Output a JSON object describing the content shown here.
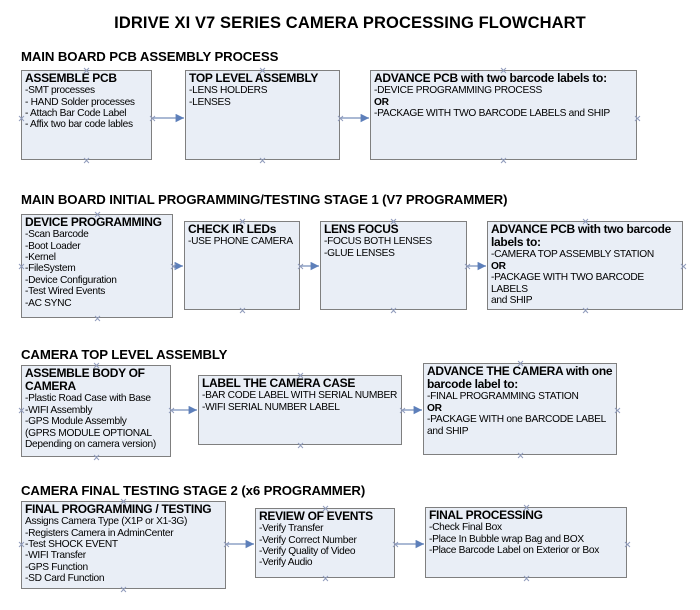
{
  "document": {
    "title": "IDRIVE XI V7 SERIES CAMERA PROCESSING FLOWCHART"
  },
  "theme": {
    "node_fill": "#e9eef6",
    "node_border": "#7f7f7f",
    "connector": "#5d7fba",
    "text": "#000000",
    "page_background": "#ffffff"
  },
  "sections": [
    {
      "id": "main-board-pcb-assembly-process",
      "header": "MAIN BOARD PCB ASSEMBLY PROCESS",
      "nodes": [
        {
          "id": "assemble-pcb",
          "head": "ASSEMBLE PCB",
          "lines": [
            {
              "text": "-SMT processes",
              "bold": false
            },
            {
              "text": "- HAND Solder processes",
              "bold": false
            },
            {
              "text": "- Attach Bar Code Label",
              "bold": false
            },
            {
              "text": "- Affix two bar code lables",
              "bold": false
            }
          ]
        },
        {
          "id": "top-level-assembly",
          "head": "TOP LEVEL ASSEMBLY",
          "lines": [
            {
              "text": "-LENS HOLDERS",
              "bold": false
            },
            {
              "text": "-LENSES",
              "bold": false
            }
          ]
        },
        {
          "id": "advance-pcb-two-barcode-labels",
          "head": "ADVANCE PCB with two barcode labels to:",
          "lines": [
            {
              "text": "-DEVICE PROGRAMMING PROCESS",
              "bold": false
            },
            {
              "text": "OR",
              "bold": true
            },
            {
              "text": "-PACKAGE WITH TWO BARCODE LABELS and SHIP",
              "bold": false
            }
          ]
        }
      ]
    },
    {
      "id": "main-board-initial-programming",
      "header": "MAIN BOARD INITIAL PROGRAMMING/TESTING STAGE 1 (V7 PROGRAMMER)",
      "nodes": [
        {
          "id": "device-programming",
          "head": "DEVICE PROGRAMMING",
          "lines": [
            {
              "text": "-Scan Barcode",
              "bold": false
            },
            {
              "text": "-Boot Loader",
              "bold": false
            },
            {
              "text": "-Kernel",
              "bold": false
            },
            {
              "text": "-FileSystem",
              "bold": false
            },
            {
              "text": "-Device Configuration",
              "bold": false
            },
            {
              "text": "-Test Wired Events",
              "bold": false
            },
            {
              "text": "-AC SYNC",
              "bold": false
            }
          ]
        },
        {
          "id": "check-ir-leds",
          "head": "CHECK IR LEDs",
          "lines": [
            {
              "text": "-USE PHONE CAMERA",
              "bold": false
            }
          ]
        },
        {
          "id": "lens-focus",
          "head": "LENS FOCUS",
          "lines": [
            {
              "text": "-FOCUS BOTH LENSES",
              "bold": false
            },
            {
              "text": "-GLUE LENSES",
              "bold": false
            }
          ]
        },
        {
          "id": "advance-pcb-camera-top-assembly",
          "head": "ADVANCE PCB with two barcode labels to:",
          "lines": [
            {
              "text": "-CAMERA TOP ASSEMBLY STATION",
              "bold": false
            },
            {
              "text": "OR",
              "bold": true
            },
            {
              "text": "-PACKAGE WITH TWO BARCODE LABELS",
              "bold": false
            },
            {
              "text": "and SHIP",
              "bold": false
            }
          ]
        }
      ]
    },
    {
      "id": "camera-top-level-assembly",
      "header": "CAMERA TOP LEVEL ASSEMBLY",
      "nodes": [
        {
          "id": "assemble-body-of-camera",
          "head": "ASSEMBLE BODY OF CAMERA",
          "lines": [
            {
              "text": "-Plastic Road Case with Base",
              "bold": false
            },
            {
              "text": "-WIFI Assembly",
              "bold": false
            },
            {
              "text": "-GPS Module Assembly",
              "bold": false
            },
            {
              "text": "(GPRS MODULE OPTIONAL",
              "bold": false
            },
            {
              "text": "Depending on camera version)",
              "bold": false
            }
          ]
        },
        {
          "id": "label-the-camera-case",
          "head": "LABEL THE CAMERA CASE",
          "lines": [
            {
              "text": "-BAR CODE LABEL WITH SERIAL NUMBER",
              "bold": false
            },
            {
              "text": "-WIFI SERIAL NUMBER LABEL",
              "bold": false
            }
          ]
        },
        {
          "id": "advance-the-camera",
          "head": "ADVANCE THE CAMERA with one barcode label to:",
          "lines": [
            {
              "text": "-FINAL PROGRAMMING STATION",
              "bold": false
            },
            {
              "text": "OR",
              "bold": true
            },
            {
              "text": "-PACKAGE WITH one BARCODE LABEL",
              "bold": false
            },
            {
              "text": "and SHIP",
              "bold": false
            }
          ]
        }
      ]
    },
    {
      "id": "camera-final-testing-stage-2",
      "header": "CAMERA FINAL TESTING STAGE 2 (x6 PROGRAMMER)",
      "nodes": [
        {
          "id": "final-programming-testing",
          "head": "FINAL PROGRAMMING / TESTING",
          "lines": [
            {
              "text": "Assigns Camera Type (X1P or X1-3G)",
              "bold": false
            },
            {
              "text": "-Registers Camera in AdminCenter",
              "bold": false
            },
            {
              "text": "-Test SHOCK EVENT",
              "bold": false
            },
            {
              "text": "-WIFI Transfer",
              "bold": false
            },
            {
              "text": "-GPS Function",
              "bold": false
            },
            {
              "text": "-SD Card Function",
              "bold": false
            }
          ]
        },
        {
          "id": "review-of-events",
          "head": "REVIEW OF EVENTS",
          "lines": [
            {
              "text": "-Verify Transfer",
              "bold": false
            },
            {
              "text": "-Verify Correct Number",
              "bold": false
            },
            {
              "text": "-Verify Quality of Video",
              "bold": false
            },
            {
              "text": "-Verify Audio",
              "bold": false
            }
          ]
        },
        {
          "id": "final-processing",
          "head": "FINAL PROCESSING",
          "lines": [
            {
              "text": " -Check Final Box",
              "bold": false
            },
            {
              "text": "-Place In Bubble wrap Bag and BOX",
              "bold": false
            },
            {
              "text": "-Place Barcode Label on Exterior or Box",
              "bold": false
            }
          ]
        }
      ]
    }
  ]
}
